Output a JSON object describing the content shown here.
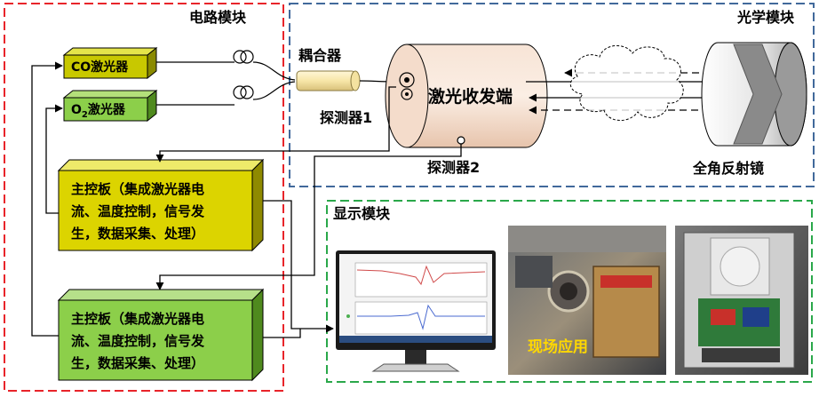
{
  "modules": {
    "circuit": "电路模块",
    "optics": "光学模块",
    "display": "显示模块"
  },
  "lasers": {
    "co": "CO激光器",
    "o2_prefix": "O",
    "o2_sub": "2",
    "o2_suffix": "激光器"
  },
  "labels": {
    "coupler": "耦合器",
    "transceiver": "激光收发端",
    "detector1": "探测器1",
    "detector2": "探测器2",
    "reflector": "全角反射镜",
    "field_application": "现场应用"
  },
  "boards": {
    "board1": [
      "主控板（集成激光器电",
      "流、温度控制，信号发",
      "生，数据采集、处理）"
    ],
    "board2": [
      "主控板（集成激光器电",
      "流、温度控制，信号发",
      "生，数据采集、处理）"
    ]
  },
  "colors": {
    "circuit_border": "#e8242a",
    "optics_border": "#41699b",
    "display_border": "#2aa84a",
    "board1_face": "#dcd400",
    "board2_face": "#8ccf4a",
    "laser_face": "#c8c800",
    "laser2_face": "#8ccf4a",
    "transceiver_face": "#f3d8c4",
    "field_text": "#ffd800"
  }
}
